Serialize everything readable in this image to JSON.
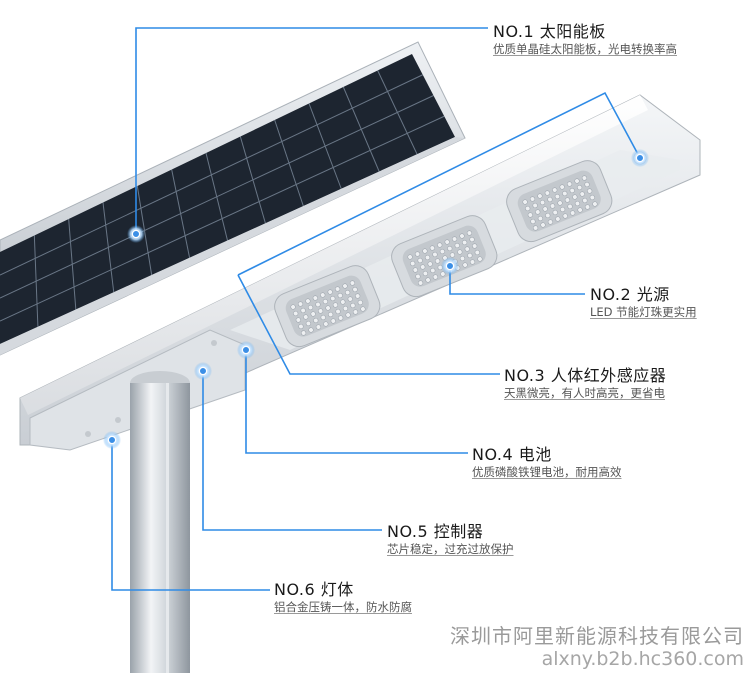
{
  "callouts": [
    {
      "id": "solar-panel",
      "title": "NO.1 太阳能板",
      "desc": "优质单晶硅太阳能板，光电转换率高"
    },
    {
      "id": "light-source",
      "title": "NO.2 光源",
      "desc": "LED 节能灯珠更实用"
    },
    {
      "id": "pir-sensor",
      "title": "NO.3 人体红外感应器",
      "desc": "天黑微亮，有人时高亮，更省电"
    },
    {
      "id": "battery",
      "title": "NO.4 电池",
      "desc": "优质磷酸铁锂电池，耐用高效"
    },
    {
      "id": "controller",
      "title": "NO.5 控制器",
      "desc": "芯片稳定，过充过放保护"
    },
    {
      "id": "lamp-body",
      "title": "NO.6 灯体",
      "desc": "铝合金压铸一体，防水防腐"
    }
  ],
  "watermark": {
    "company": "深圳市阿里新能源科技有限公司",
    "url": "alxny.b2b.hc360.com"
  },
  "colors": {
    "leader_line": "#2f8be6",
    "dot": "#3c8fe6"
  }
}
